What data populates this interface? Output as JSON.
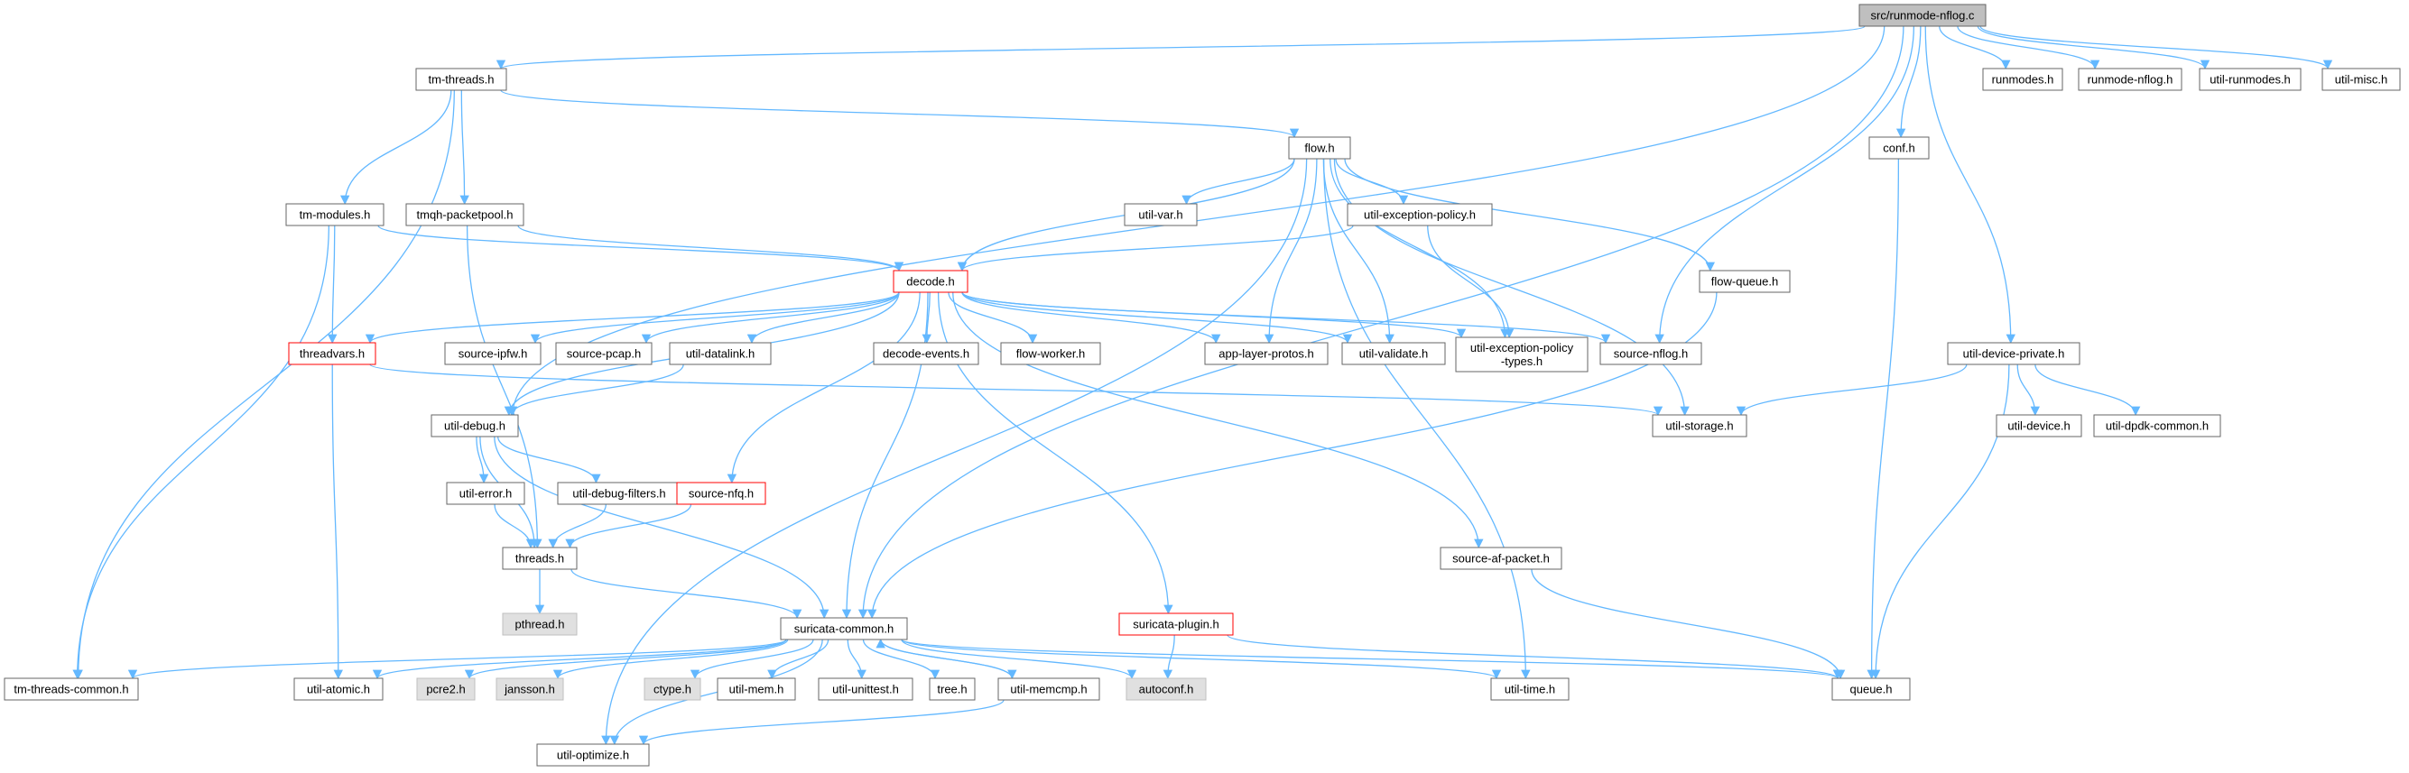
{
  "title": "src/runmode-nflog.c",
  "colors": {
    "edge": "#63b8ff",
    "root_fill": "#bfbfbf",
    "node_border": "#666666",
    "node_fill": "#ffffff",
    "external_fill": "#e0e0e0",
    "truncated_border": "#ff0000"
  },
  "nodes": [
    {
      "id": "root",
      "label": "src/runmode-nflog.c",
      "style": "root"
    },
    {
      "id": "tm-threads",
      "label": "tm-threads.h",
      "style": "normal"
    },
    {
      "id": "runmodes",
      "label": "runmodes.h",
      "style": "normal"
    },
    {
      "id": "runmode-nflog",
      "label": "runmode-nflog.h",
      "style": "normal"
    },
    {
      "id": "util-runmodes",
      "label": "util-runmodes.h",
      "style": "normal"
    },
    {
      "id": "util-misc",
      "label": "util-misc.h",
      "style": "normal"
    },
    {
      "id": "flow",
      "label": "flow.h",
      "style": "normal"
    },
    {
      "id": "conf",
      "label": "conf.h",
      "style": "normal"
    },
    {
      "id": "tm-modules",
      "label": "tm-modules.h",
      "style": "normal"
    },
    {
      "id": "tmqh-packetpool",
      "label": "tmqh-packetpool.h",
      "style": "normal"
    },
    {
      "id": "util-var",
      "label": "util-var.h",
      "style": "normal"
    },
    {
      "id": "util-exception-policy",
      "label": "util-exception-policy.h",
      "style": "normal"
    },
    {
      "id": "decode",
      "label": "decode.h",
      "style": "truncated"
    },
    {
      "id": "flow-queue",
      "label": "flow-queue.h",
      "style": "normal"
    },
    {
      "id": "threadvars",
      "label": "threadvars.h",
      "style": "truncated"
    },
    {
      "id": "source-ipfw",
      "label": "source-ipfw.h",
      "style": "normal"
    },
    {
      "id": "source-pcap",
      "label": "source-pcap.h",
      "style": "normal"
    },
    {
      "id": "util-datalink",
      "label": "util-datalink.h",
      "style": "normal"
    },
    {
      "id": "decode-events",
      "label": "decode-events.h",
      "style": "normal"
    },
    {
      "id": "flow-worker",
      "label": "flow-worker.h",
      "style": "normal"
    },
    {
      "id": "app-layer-protos",
      "label": "app-layer-protos.h",
      "style": "normal"
    },
    {
      "id": "util-validate",
      "label": "util-validate.h",
      "style": "normal"
    },
    {
      "id": "util-exception-policy-types",
      "label": "util-exception-policy\n-types.h",
      "style": "normal"
    },
    {
      "id": "source-nflog",
      "label": "source-nflog.h",
      "style": "normal"
    },
    {
      "id": "util-device-private",
      "label": "util-device-private.h",
      "style": "normal"
    },
    {
      "id": "util-debug",
      "label": "util-debug.h",
      "style": "normal"
    },
    {
      "id": "util-storage",
      "label": "util-storage.h",
      "style": "normal"
    },
    {
      "id": "util-device",
      "label": "util-device.h",
      "style": "normal"
    },
    {
      "id": "util-dpdk-common",
      "label": "util-dpdk-common.h",
      "style": "normal"
    },
    {
      "id": "util-error",
      "label": "util-error.h",
      "style": "normal"
    },
    {
      "id": "util-debug-filters",
      "label": "util-debug-filters.h",
      "style": "normal"
    },
    {
      "id": "source-nfq",
      "label": "source-nfq.h",
      "style": "truncated"
    },
    {
      "id": "threads",
      "label": "threads.h",
      "style": "normal"
    },
    {
      "id": "source-af-packet",
      "label": "source-af-packet.h",
      "style": "normal"
    },
    {
      "id": "pthread",
      "label": "pthread.h",
      "style": "external"
    },
    {
      "id": "suricata-common",
      "label": "suricata-common.h",
      "style": "normal"
    },
    {
      "id": "suricata-plugin",
      "label": "suricata-plugin.h",
      "style": "truncated"
    },
    {
      "id": "tm-threads-common",
      "label": "tm-threads-common.h",
      "style": "normal"
    },
    {
      "id": "util-atomic",
      "label": "util-atomic.h",
      "style": "normal"
    },
    {
      "id": "pcre2",
      "label": "pcre2.h",
      "style": "external"
    },
    {
      "id": "jansson",
      "label": "jansson.h",
      "style": "external"
    },
    {
      "id": "ctype",
      "label": "ctype.h",
      "style": "external"
    },
    {
      "id": "util-mem",
      "label": "util-mem.h",
      "style": "normal"
    },
    {
      "id": "util-unittest",
      "label": "util-unittest.h",
      "style": "normal"
    },
    {
      "id": "tree",
      "label": "tree.h",
      "style": "normal"
    },
    {
      "id": "util-memcmp",
      "label": "util-memcmp.h",
      "style": "normal"
    },
    {
      "id": "autoconf",
      "label": "autoconf.h",
      "style": "external"
    },
    {
      "id": "util-time",
      "label": "util-time.h",
      "style": "normal"
    },
    {
      "id": "queue",
      "label": "queue.h",
      "style": "normal"
    },
    {
      "id": "util-optimize",
      "label": "util-optimize.h",
      "style": "normal"
    }
  ],
  "edges": [
    [
      "root",
      "tm-threads"
    ],
    [
      "root",
      "runmodes"
    ],
    [
      "root",
      "runmode-nflog"
    ],
    [
      "root",
      "util-runmodes"
    ],
    [
      "root",
      "util-misc"
    ],
    [
      "root",
      "conf"
    ],
    [
      "root",
      "util-device-private"
    ],
    [
      "root",
      "source-nflog"
    ],
    [
      "root",
      "util-debug"
    ],
    [
      "root",
      "suricata-common"
    ],
    [
      "tm-threads",
      "flow"
    ],
    [
      "tm-threads",
      "tm-modules"
    ],
    [
      "tm-threads",
      "tmqh-packetpool"
    ],
    [
      "tm-threads",
      "tm-threads-common"
    ],
    [
      "flow",
      "util-var"
    ],
    [
      "flow",
      "util-exception-policy"
    ],
    [
      "flow",
      "decode"
    ],
    [
      "flow",
      "flow-queue"
    ],
    [
      "flow",
      "app-layer-protos"
    ],
    [
      "flow",
      "util-validate"
    ],
    [
      "flow",
      "util-exception-policy-types"
    ],
    [
      "flow",
      "util-storage"
    ],
    [
      "flow",
      "util-time"
    ],
    [
      "flow",
      "util-optimize"
    ],
    [
      "tm-modules",
      "decode"
    ],
    [
      "tm-modules",
      "threadvars"
    ],
    [
      "tm-modules",
      "tm-threads-common"
    ],
    [
      "tmqh-packetpool",
      "decode"
    ],
    [
      "tmqh-packetpool",
      "threads"
    ],
    [
      "util-exception-policy",
      "decode"
    ],
    [
      "util-exception-policy",
      "util-exception-policy-types"
    ],
    [
      "decode",
      "threadvars"
    ],
    [
      "decode",
      "source-ipfw"
    ],
    [
      "decode",
      "source-pcap"
    ],
    [
      "decode",
      "util-datalink"
    ],
    [
      "decode",
      "decode-events"
    ],
    [
      "decode",
      "flow-worker"
    ],
    [
      "decode",
      "app-layer-protos"
    ],
    [
      "decode",
      "util-validate"
    ],
    [
      "decode",
      "util-exception-policy-types"
    ],
    [
      "decode",
      "source-nflog"
    ],
    [
      "decode",
      "util-debug"
    ],
    [
      "decode",
      "source-nfq"
    ],
    [
      "decode",
      "suricata-common"
    ],
    [
      "decode",
      "source-af-packet"
    ],
    [
      "decode",
      "suricata-plugin"
    ],
    [
      "threadvars",
      "util-storage"
    ],
    [
      "threadvars",
      "util-atomic"
    ],
    [
      "util-datalink",
      "util-debug"
    ],
    [
      "flow-queue",
      "suricata-common"
    ],
    [
      "conf",
      "queue"
    ],
    [
      "util-device-private",
      "util-storage"
    ],
    [
      "util-device-private",
      "util-device"
    ],
    [
      "util-device-private",
      "util-dpdk-common"
    ],
    [
      "util-device-private",
      "queue"
    ],
    [
      "util-debug",
      "util-error"
    ],
    [
      "util-debug",
      "util-debug-filters"
    ],
    [
      "util-debug",
      "threads"
    ],
    [
      "util-debug",
      "suricata-common"
    ],
    [
      "util-error",
      "threads"
    ],
    [
      "util-debug-filters",
      "threads"
    ],
    [
      "source-nfq",
      "threads"
    ],
    [
      "threads",
      "pthread"
    ],
    [
      "threads",
      "suricata-common"
    ],
    [
      "source-af-packet",
      "queue"
    ],
    [
      "suricata-plugin",
      "autoconf"
    ],
    [
      "suricata-plugin",
      "queue"
    ],
    [
      "suricata-common",
      "tm-threads-common"
    ],
    [
      "suricata-common",
      "util-atomic"
    ],
    [
      "suricata-common",
      "pcre2"
    ],
    [
      "suricata-common",
      "jansson"
    ],
    [
      "suricata-common",
      "ctype"
    ],
    [
      "suricata-common",
      "util-mem"
    ],
    [
      "suricata-common",
      "util-unittest"
    ],
    [
      "suricata-common",
      "tree"
    ],
    [
      "suricata-common",
      "util-memcmp"
    ],
    [
      "suricata-common",
      "autoconf"
    ],
    [
      "suricata-common",
      "util-time"
    ],
    [
      "suricata-common",
      "queue"
    ],
    [
      "suricata-common",
      "util-optimize"
    ],
    [
      "util-memcmp",
      "suricata-common"
    ],
    [
      "util-memcmp",
      "util-optimize"
    ]
  ]
}
